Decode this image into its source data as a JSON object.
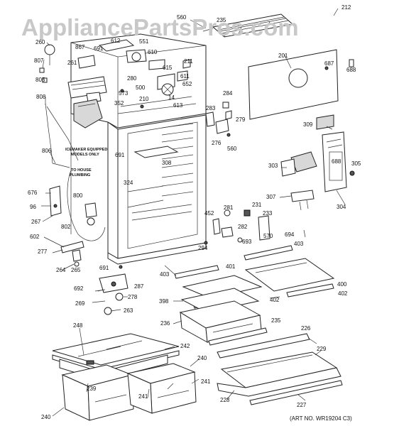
{
  "watermark": "AppliancePartsPros.com",
  "art_no": "(ART NO. WR19204 C3)",
  "notes": {
    "icemaker_1": "ICEMAKER EQUIPPED",
    "icemaker_2": "MODELS ONLY",
    "house_1": "TO HOUSE",
    "house_2": "PLUMBING"
  },
  "labels": [
    "212",
    "560",
    "235",
    "260",
    "867",
    "691",
    "612",
    "551",
    "610",
    "807",
    "261",
    "211",
    "805",
    "280",
    "615",
    "687",
    "688",
    "201",
    "500",
    "611",
    "573",
    "652",
    "808",
    "352",
    "14",
    "210",
    "613",
    "284",
    "283",
    "279",
    "309",
    "276",
    "560",
    "691",
    "806",
    "308",
    "324",
    "303",
    "688",
    "305",
    "676",
    "800",
    "96",
    "307",
    "304",
    "231",
    "281",
    "267",
    "233",
    "452",
    "802",
    "570",
    "282",
    "694",
    "602",
    "693",
    "294",
    "403",
    "277",
    "264",
    "265",
    "691",
    "403",
    "401",
    "692",
    "287",
    "400",
    "278",
    "402",
    "398",
    "269",
    "402",
    "263",
    "236",
    "235",
    "226",
    "248",
    "242",
    "229",
    "240",
    "239",
    "241",
    "241",
    "228",
    "227",
    "240"
  ]
}
